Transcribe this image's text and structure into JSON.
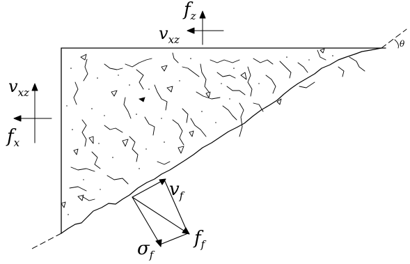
{
  "labels": {
    "fz": {
      "main": "f",
      "sub": "z"
    },
    "vxz_top": {
      "main": "v",
      "sub": "xz"
    },
    "vxz_left": {
      "main": "v",
      "sub": "xz"
    },
    "fx": {
      "main": "f",
      "sub": "x"
    },
    "vf": {
      "main": "v",
      "sub": "f"
    },
    "ff": {
      "main": "f",
      "sub": "f"
    },
    "sigma_f": {
      "main": "σ",
      "sub": "f"
    },
    "theta": "θ"
  },
  "colors": {
    "ink": "#000000",
    "background": "#ffffff"
  }
}
